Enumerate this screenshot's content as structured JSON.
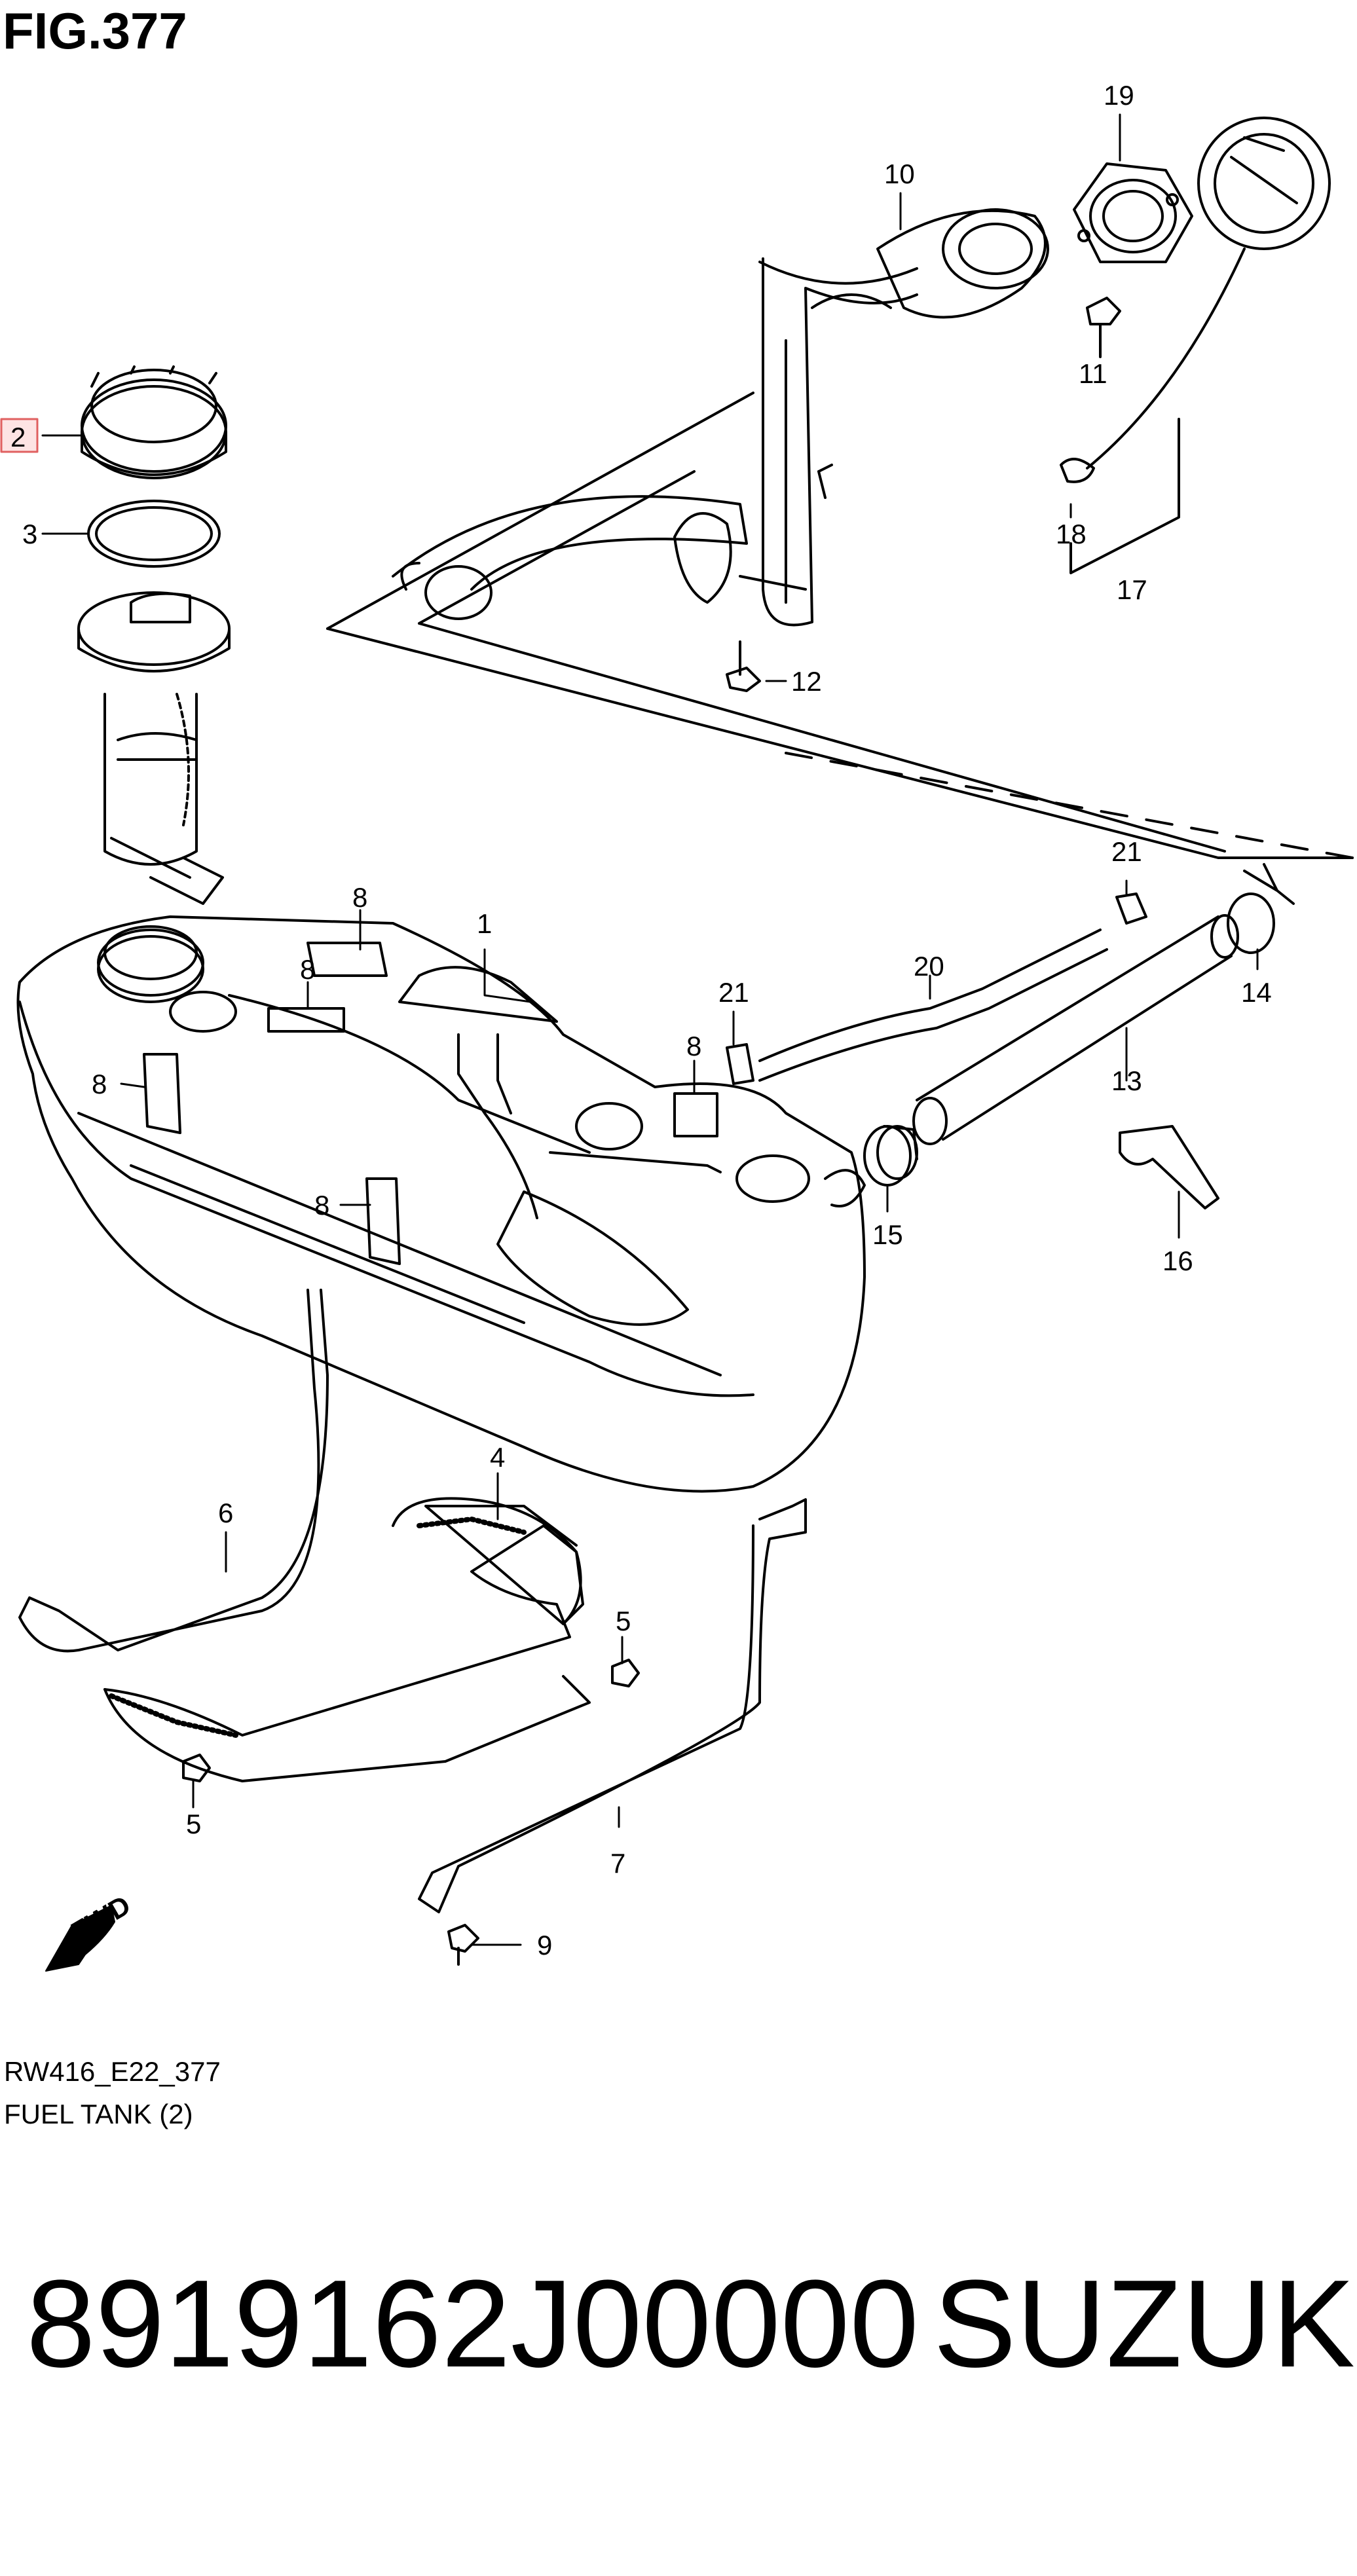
{
  "figure": {
    "title": "FIG.377"
  },
  "callouts": [
    {
      "id": "c1",
      "label": "1"
    },
    {
      "id": "c2",
      "label": "2",
      "highlighted": true
    },
    {
      "id": "c3",
      "label": "3"
    },
    {
      "id": "c4",
      "label": "4"
    },
    {
      "id": "c5a",
      "label": "5"
    },
    {
      "id": "c5b",
      "label": "5"
    },
    {
      "id": "c6",
      "label": "6"
    },
    {
      "id": "c7",
      "label": "7"
    },
    {
      "id": "c8a",
      "label": "8"
    },
    {
      "id": "c8b",
      "label": "8"
    },
    {
      "id": "c8c",
      "label": "8"
    },
    {
      "id": "c8d",
      "label": "8"
    },
    {
      "id": "c8e",
      "label": "8"
    },
    {
      "id": "c9",
      "label": "9"
    },
    {
      "id": "c10",
      "label": "10"
    },
    {
      "id": "c11",
      "label": "11"
    },
    {
      "id": "c12",
      "label": "12"
    },
    {
      "id": "c13",
      "label": "13"
    },
    {
      "id": "c14",
      "label": "14"
    },
    {
      "id": "c15",
      "label": "15"
    },
    {
      "id": "c16",
      "label": "16"
    },
    {
      "id": "c17",
      "label": "17"
    },
    {
      "id": "c18",
      "label": "18"
    },
    {
      "id": "c19",
      "label": "19"
    },
    {
      "id": "c20",
      "label": "20"
    },
    {
      "id": "c21a",
      "label": "21"
    },
    {
      "id": "c21b",
      "label": "21"
    }
  ],
  "fwd_arrow": {
    "label": "FWD"
  },
  "footer": {
    "code": "RW416_E22_377",
    "caption": "FUEL TANK (2)"
  },
  "banner": {
    "part_number": "8919162J00000",
    "brand": "SUZUKI"
  },
  "colors": {
    "highlight_border": "#e06060",
    "highlight_fill": "#fde4e4",
    "line": "#000000"
  }
}
